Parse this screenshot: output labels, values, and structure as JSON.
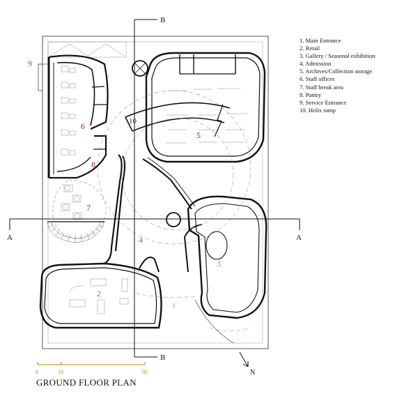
{
  "title": "GROUND FLOOR PLAN",
  "legend": [
    "1.  Main Entrance",
    "2.  Retail",
    "3.  Gallery / Seasonal exhibition",
    "4.  Admission",
    "5.  Archives/Collection storage",
    "6.  Staff offices",
    "7.  Staff break area",
    "8.  Pantry",
    "9.  Service Entrance",
    "10. Helix ramp"
  ],
  "room_labels": [
    {
      "id": "1",
      "text": "1",
      "color": "#b5a24a"
    },
    {
      "id": "2",
      "text": "2",
      "color": "#c0622e"
    },
    {
      "id": "3",
      "text": "3",
      "color": "#d4862a"
    },
    {
      "id": "4",
      "text": "4",
      "color": "#c0622e"
    },
    {
      "id": "5",
      "text": "5",
      "color": "#9b1c2c"
    },
    {
      "id": "6",
      "text": "6",
      "color": "#8e1f3f"
    },
    {
      "id": "7",
      "text": "7",
      "color": "#9b1c2c"
    },
    {
      "id": "8",
      "text": "8",
      "color": "#8e1f3f"
    },
    {
      "id": "9",
      "text": "9",
      "color": "#5b5fb0"
    },
    {
      "id": "10",
      "text": "10",
      "color": "#9b1c2c"
    }
  ],
  "section_labels": {
    "a_left": "A",
    "a_right": "A",
    "b_top": "B",
    "b_bottom": "B"
  },
  "scale": {
    "ticks": [
      "0",
      "10",
      "50"
    ],
    "color": "#b8860b"
  },
  "north": "N"
}
